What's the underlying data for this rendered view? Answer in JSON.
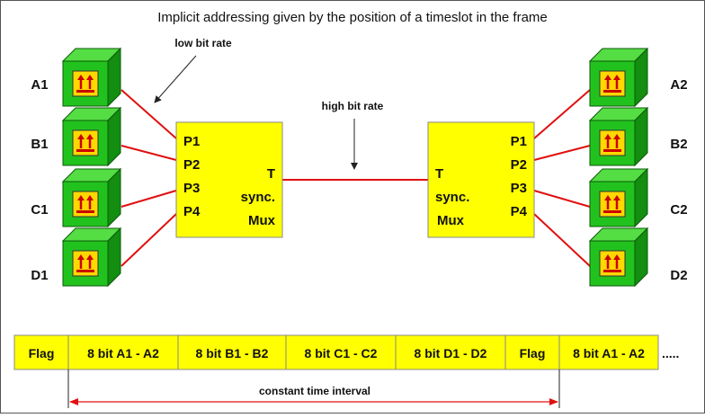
{
  "title": "Implicit addressing given by the position of a timeslot in the frame",
  "annotations": {
    "low_bit_rate": "low bit rate",
    "high_bit_rate": "high bit rate",
    "constant_time_interval": "constant time interval"
  },
  "terminals_left": [
    "A1",
    "B1",
    "C1",
    "D1"
  ],
  "terminals_right": [
    "A2",
    "B2",
    "C2",
    "D2"
  ],
  "mux_left": {
    "ports": [
      "P1",
      "P2",
      "P3",
      "P4"
    ],
    "t_label": "T",
    "sync_label": "sync.",
    "mux_label": "Mux"
  },
  "mux_right": {
    "ports": [
      "P1",
      "P2",
      "P3",
      "P4"
    ],
    "t_label": "T",
    "sync_label": "sync.",
    "mux_label": "Mux"
  },
  "frame": {
    "slots": [
      "Flag",
      "8 bit A1 - A2",
      "8 bit B1 - B2",
      "8 bit C1 - C2",
      "8 bit D1 - D2",
      "Flag",
      "8 bit A1 - A2"
    ],
    "continuation": "....."
  },
  "colors": {
    "mux_fill": "#ffff00",
    "frame_fill": "#ffff00",
    "cube_front": "#22c21e",
    "cube_side": "#138e10",
    "cube_top": "#55dd44",
    "icon_fill": "#ffd800",
    "icon_symbol": "#cc0000",
    "link_line": "#e01010",
    "arrow": "#e01010"
  }
}
